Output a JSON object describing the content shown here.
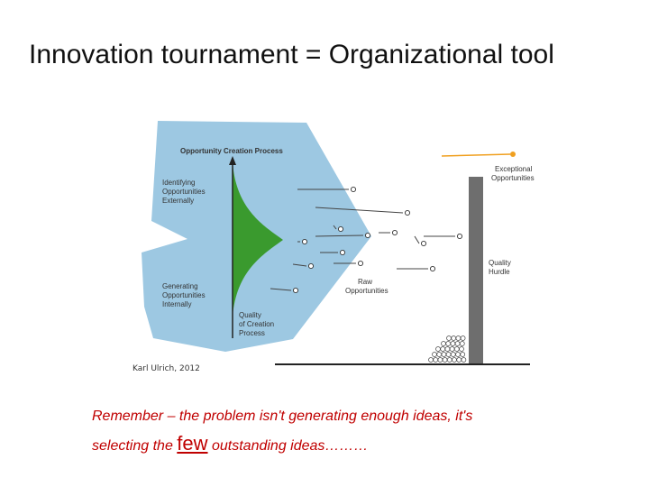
{
  "title": "Innovation tournament = Organizational tool",
  "diagram": {
    "header": "Opportunity Creation Process",
    "external_label": [
      "Identifying",
      "Opportunities",
      "Externally"
    ],
    "internal_label": [
      "Generating",
      "Opportunities",
      "Internally"
    ],
    "quality_label": [
      "Quality",
      "of Creation",
      "Process"
    ],
    "raw_label": [
      "Raw",
      "Opportunities"
    ],
    "exceptional_label": [
      "Exceptional",
      "Opportunities"
    ],
    "hurdle_label": [
      "Quality",
      "Hurdle"
    ],
    "colors": {
      "panel": "#9dc8e2",
      "curve": "#3a9a2e",
      "hurdle": "#6e6e6e",
      "exceptional": "#f0a020"
    }
  },
  "credit": "Karl Ulrich, 2012",
  "note": {
    "part1": "Remember – the problem isn't generating enough ideas, it's",
    "part2": "selecting the ",
    "emphasis": "few",
    "part3": " outstanding ideas………"
  }
}
